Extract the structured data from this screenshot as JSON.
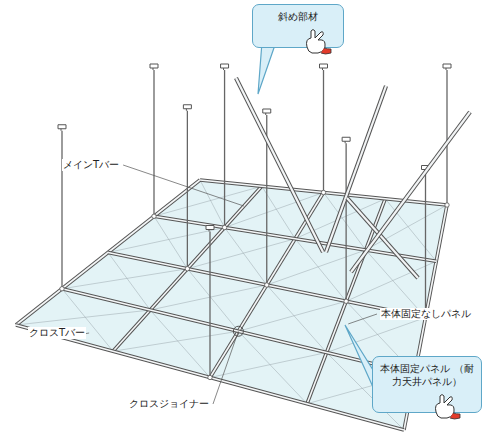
{
  "diagram": {
    "nodes": [
      {
        "text": [
          "斜め部材"
        ]
      },
      {
        "text": [
          "本体固定パネル （耐力天井パネル）"
        ]
      }
    ],
    "labels": [
      "メインTバー",
      "クロスTバー",
      "クロスジョイナー",
      "本体固定なしパネル"
    ]
  }
}
